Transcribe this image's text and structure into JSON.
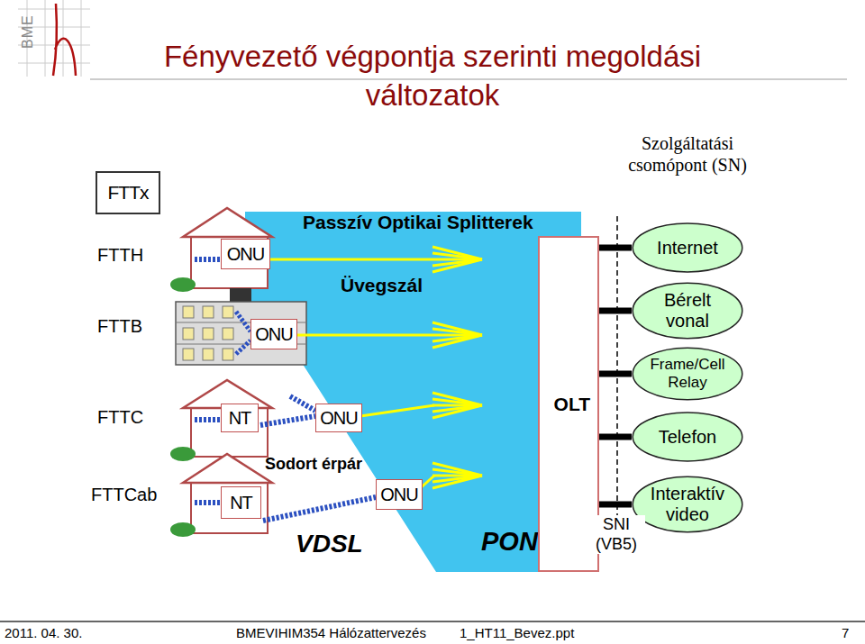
{
  "diagram": {
    "title": "Fényvezető végpontja szerinti megoldási változatok",
    "nodes": [
      {
        "text": [
          "FTTx"
        ]
      },
      {
        "text": [
          "ONU"
        ]
      },
      {
        "text": [
          "ONU"
        ]
      },
      {
        "text": [
          "NT"
        ]
      },
      {
        "text": [
          "ONU"
        ]
      },
      {
        "text": [
          "NT"
        ]
      },
      {
        "text": [
          "ONU"
        ]
      },
      {
        "text": [
          "Passzív Optikai Splitterek",
          "Üvegszál",
          "PON"
        ]
      },
      {
        "text": [
          "OLT"
        ]
      },
      {
        "text": [
          "Internet"
        ]
      },
      {
        "text": [
          "Bérelt vonal"
        ]
      },
      {
        "text": [
          "Frame/Cell Relay"
        ]
      },
      {
        "text": [
          "Telefon"
        ]
      },
      {
        "text": [
          "Interaktív video"
        ]
      }
    ],
    "edges": [
      {
        "from": 8,
        "to": 9,
        "arrow": "none"
      },
      {
        "from": 8,
        "to": 10,
        "arrow": "none"
      },
      {
        "from": 8,
        "to": 11,
        "arrow": "none"
      },
      {
        "from": 8,
        "to": 12,
        "arrow": "none"
      },
      {
        "from": 8,
        "to": 13,
        "arrow": "none"
      }
    ],
    "labels": [
      "BME",
      "FTTH",
      "FTTB",
      "FTTC",
      "FTTCab",
      "Sodort érpár",
      "VDSL",
      "Szolgáltatási csomópont (SN)",
      "SNI (VB5)",
      "2011. 04. 30.",
      "BMEVIHIM354 Hálózattervezés",
      "1_HT11_Bevez.ppt",
      "7"
    ]
  }
}
